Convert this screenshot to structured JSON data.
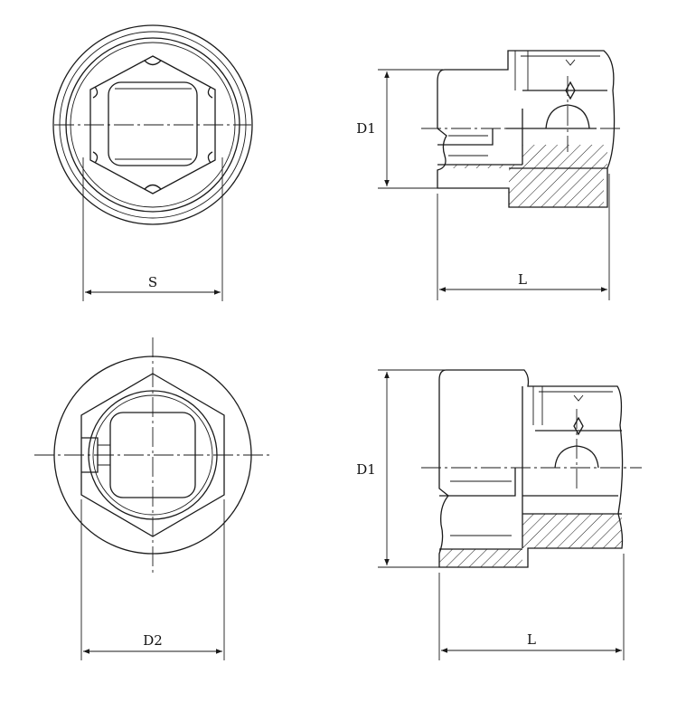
{
  "labels": {
    "top_left_width": "S",
    "top_right_height": "D1",
    "top_right_length": "L",
    "bottom_left_width": "D2",
    "bottom_right_height": "D1",
    "bottom_right_length": "L"
  }
}
